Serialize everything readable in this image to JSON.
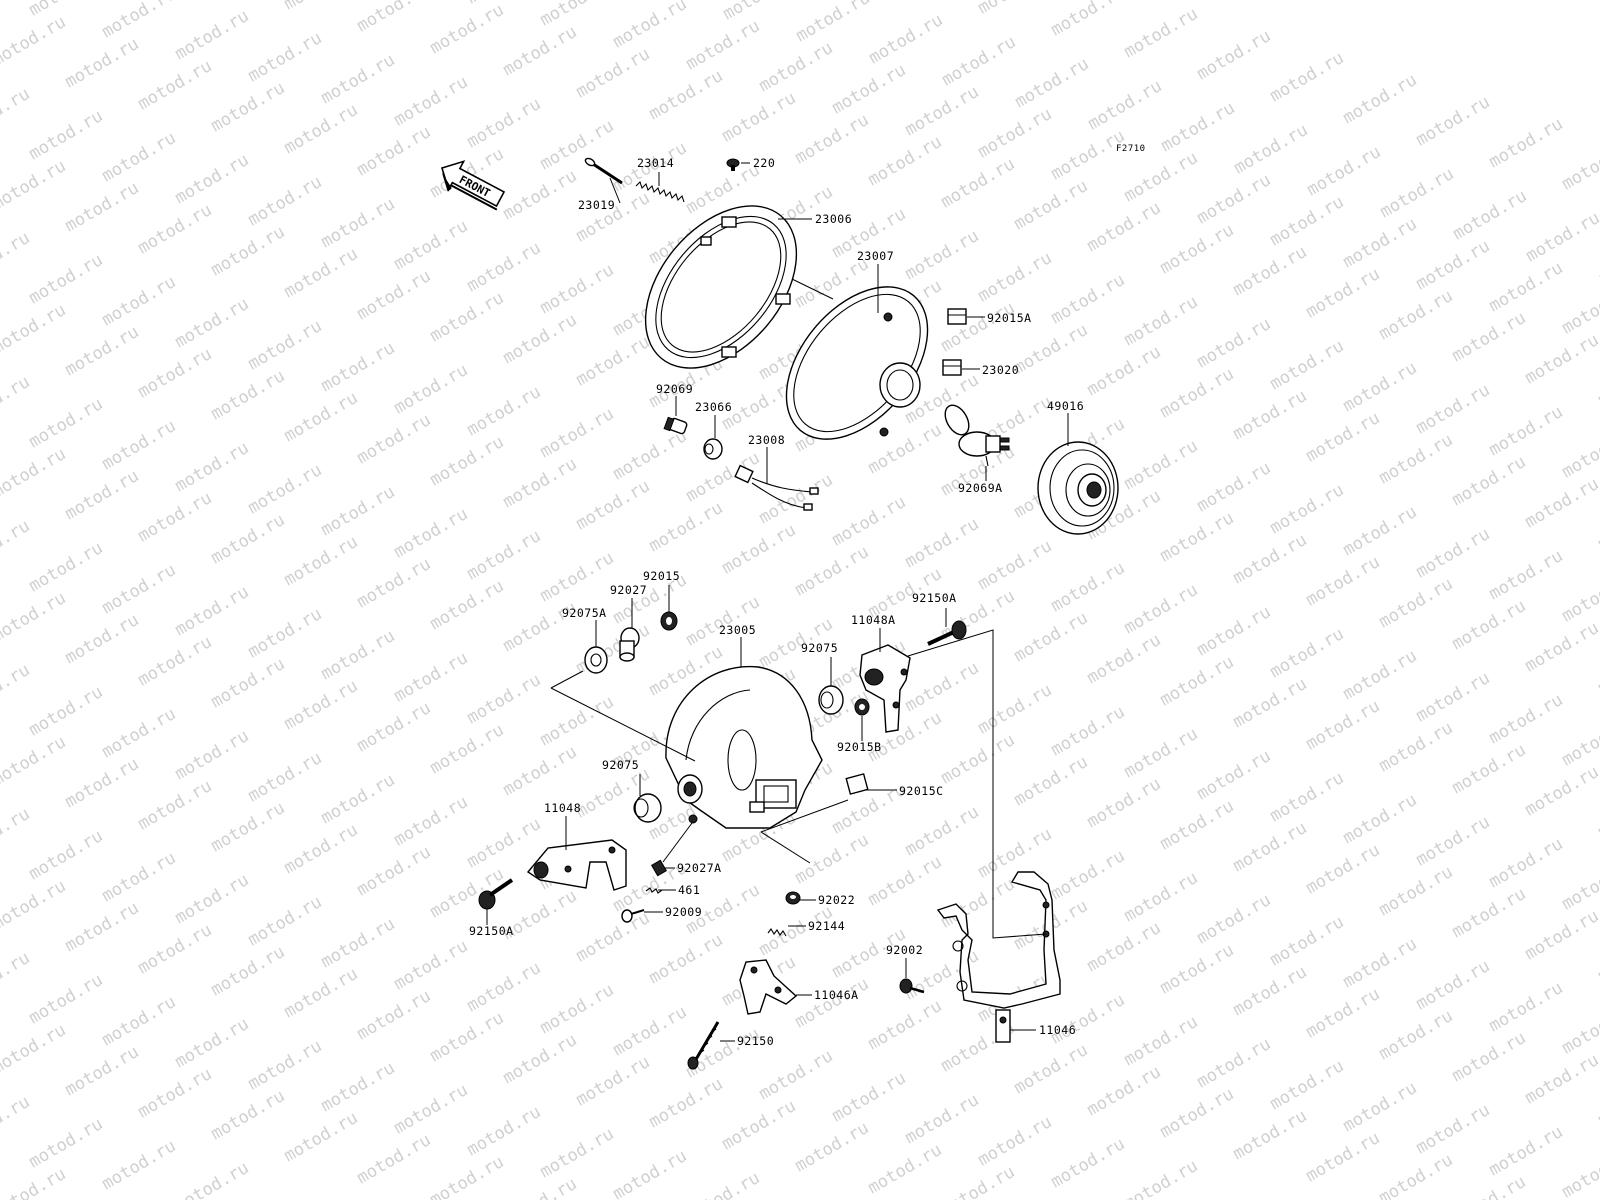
{
  "diagram": {
    "figure_code": "F2710",
    "front_label": "FRONT",
    "watermark_text": "motod.ru",
    "callouts": [
      {
        "id": "c-23019",
        "label": "23019"
      },
      {
        "id": "c-23014",
        "label": "23014"
      },
      {
        "id": "c-220",
        "label": "220"
      },
      {
        "id": "c-23006",
        "label": "23006"
      },
      {
        "id": "c-23007",
        "label": "23007"
      },
      {
        "id": "c-92015A",
        "label": "92015A"
      },
      {
        "id": "c-23020",
        "label": "23020"
      },
      {
        "id": "c-92069",
        "label": "92069"
      },
      {
        "id": "c-23066",
        "label": "23066"
      },
      {
        "id": "c-23008",
        "label": "23008"
      },
      {
        "id": "c-49016",
        "label": "49016"
      },
      {
        "id": "c-92069A",
        "label": "92069A"
      },
      {
        "id": "c-92015",
        "label": "92015"
      },
      {
        "id": "c-92027",
        "label": "92027"
      },
      {
        "id": "c-92075A",
        "label": "92075A"
      },
      {
        "id": "c-23005",
        "label": "23005"
      },
      {
        "id": "c-92075-top",
        "label": "92075"
      },
      {
        "id": "c-11048A",
        "label": "11048A"
      },
      {
        "id": "c-92150A-top",
        "label": "92150A"
      },
      {
        "id": "c-92015B",
        "label": "92015B"
      },
      {
        "id": "c-92075-left",
        "label": "92075"
      },
      {
        "id": "c-92015C",
        "label": "92015C"
      },
      {
        "id": "c-11048",
        "label": "11048"
      },
      {
        "id": "c-92027A",
        "label": "92027A"
      },
      {
        "id": "c-461",
        "label": "461"
      },
      {
        "id": "c-92009",
        "label": "92009"
      },
      {
        "id": "c-92150A-bottom",
        "label": "92150A"
      },
      {
        "id": "c-92022",
        "label": "92022"
      },
      {
        "id": "c-92144",
        "label": "92144"
      },
      {
        "id": "c-92002",
        "label": "92002"
      },
      {
        "id": "c-11046A",
        "label": "11046A"
      },
      {
        "id": "c-11046",
        "label": "11046"
      },
      {
        "id": "c-92150",
        "label": "92150"
      }
    ]
  }
}
